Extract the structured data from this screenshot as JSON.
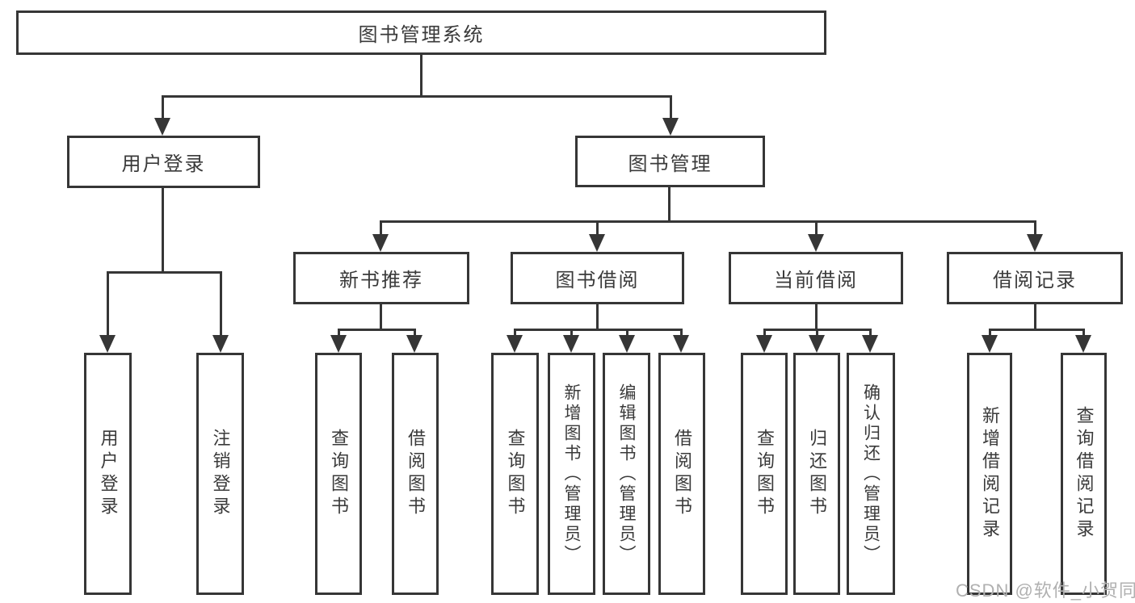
{
  "diagram_title": "图书管理系统",
  "tree": {
    "label": "图书管理系统",
    "children": [
      {
        "label": "用户登录",
        "children": [
          {
            "label": "用户登录"
          },
          {
            "label": "注销登录"
          }
        ]
      },
      {
        "label": "图书管理",
        "children": [
          {
            "label": "新书推荐",
            "children": [
              {
                "label": "查询图书"
              },
              {
                "label": "借阅图书"
              }
            ]
          },
          {
            "label": "图书借阅",
            "children": [
              {
                "label": "查询图书"
              },
              {
                "label": "新增图书（管理员）"
              },
              {
                "label": "编辑图书（管理员）"
              },
              {
                "label": "借阅图书"
              }
            ]
          },
          {
            "label": "当前借阅",
            "children": [
              {
                "label": "查询图书"
              },
              {
                "label": "归还图书"
              },
              {
                "label": "确认归还（管理员）"
              }
            ]
          },
          {
            "label": "借阅记录",
            "children": [
              {
                "label": "新增借阅记录"
              },
              {
                "label": "查询借阅记录"
              }
            ]
          }
        ]
      }
    ]
  },
  "watermark": {
    "text": "CSDN @软件_小贺同学"
  },
  "colors": {
    "background": "#ffffff",
    "line": "#363636",
    "box_border": "#363636",
    "text": "#3a3a3a",
    "watermark": "#b0b0b0"
  }
}
